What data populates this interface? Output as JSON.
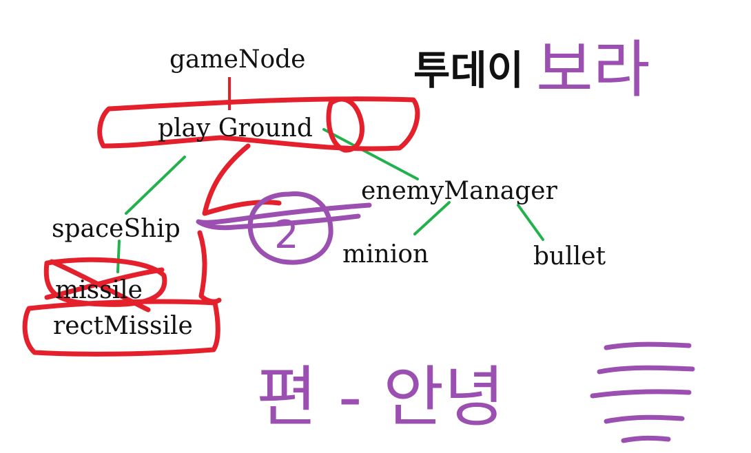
{
  "colors": {
    "node_text": "#111111",
    "tree_line_green": "#22b14c",
    "root_line_red": "#e0202a",
    "annotation_red": "#e3202b",
    "annotation_purple": "#9b4fb0",
    "background": "#ffffff"
  },
  "title": {
    "black_part": "투데이",
    "purple_part": "보라"
  },
  "nodes": {
    "game_node": "gameNode",
    "play_ground": "play Ground",
    "space_ship": "spaceShip",
    "missile": "missile",
    "rect_missile": "rectMissile",
    "enemy_manager": "enemyManager",
    "minion": "minion",
    "bullet": "bullet"
  },
  "annotations": {
    "circled_number": "2",
    "bottom_note": "편 - 안녕"
  }
}
